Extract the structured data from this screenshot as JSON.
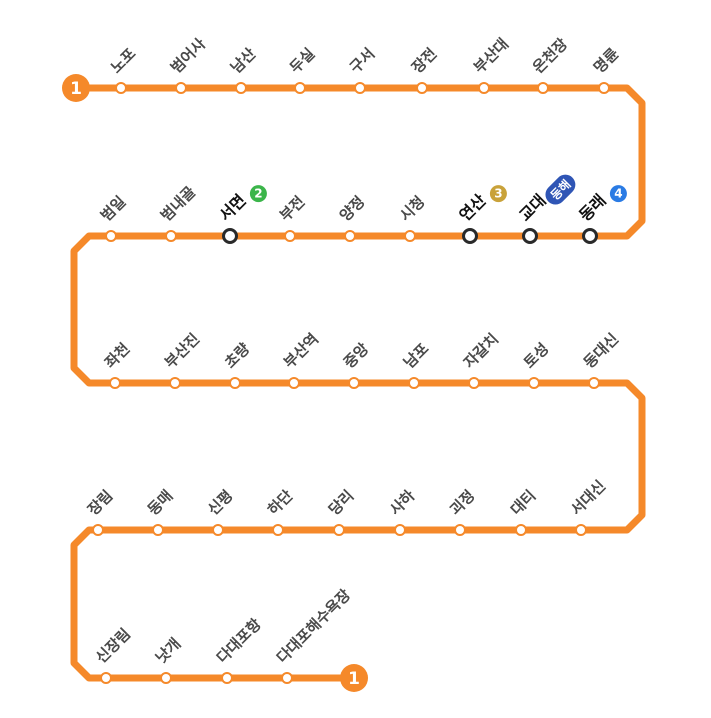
{
  "line": {
    "number": "1",
    "color": "#F5892A"
  },
  "rows": [
    [
      {
        "name": "노포"
      },
      {
        "name": "범어사"
      },
      {
        "name": "남산"
      },
      {
        "name": "두실"
      },
      {
        "name": "구서"
      },
      {
        "name": "장전"
      },
      {
        "name": "부산대"
      },
      {
        "name": "온천장"
      },
      {
        "name": "명륜"
      }
    ],
    [
      {
        "name": "동래",
        "transfer": true,
        "badges": [
          {
            "label": "4",
            "color": "#2A7BE4",
            "kind": "circle"
          }
        ]
      },
      {
        "name": "교대",
        "transfer": true,
        "badges": [
          {
            "label": "동해",
            "color": "#2F55B5",
            "kind": "pill"
          }
        ]
      },
      {
        "name": "연산",
        "transfer": true,
        "badges": [
          {
            "label": "3",
            "color": "#C9A23A",
            "kind": "circle"
          }
        ]
      },
      {
        "name": "시청"
      },
      {
        "name": "양정"
      },
      {
        "name": "부전"
      },
      {
        "name": "서면",
        "transfer": true,
        "badges": [
          {
            "label": "2",
            "color": "#3BB54A",
            "kind": "circle"
          }
        ]
      },
      {
        "name": "범내골"
      },
      {
        "name": "범일"
      }
    ],
    [
      {
        "name": "좌천"
      },
      {
        "name": "부산진"
      },
      {
        "name": "초량"
      },
      {
        "name": "부산역"
      },
      {
        "name": "중앙"
      },
      {
        "name": "남포"
      },
      {
        "name": "자갈치"
      },
      {
        "name": "토성"
      },
      {
        "name": "동대신"
      }
    ],
    [
      {
        "name": "서대신"
      },
      {
        "name": "대티"
      },
      {
        "name": "괴정"
      },
      {
        "name": "사하"
      },
      {
        "name": "당리"
      },
      {
        "name": "하단"
      },
      {
        "name": "신평"
      },
      {
        "name": "동매"
      },
      {
        "name": "장림"
      }
    ],
    [
      {
        "name": "신장림"
      },
      {
        "name": "낫개"
      },
      {
        "name": "다대포항"
      },
      {
        "name": "다대포해수욕장"
      }
    ]
  ]
}
